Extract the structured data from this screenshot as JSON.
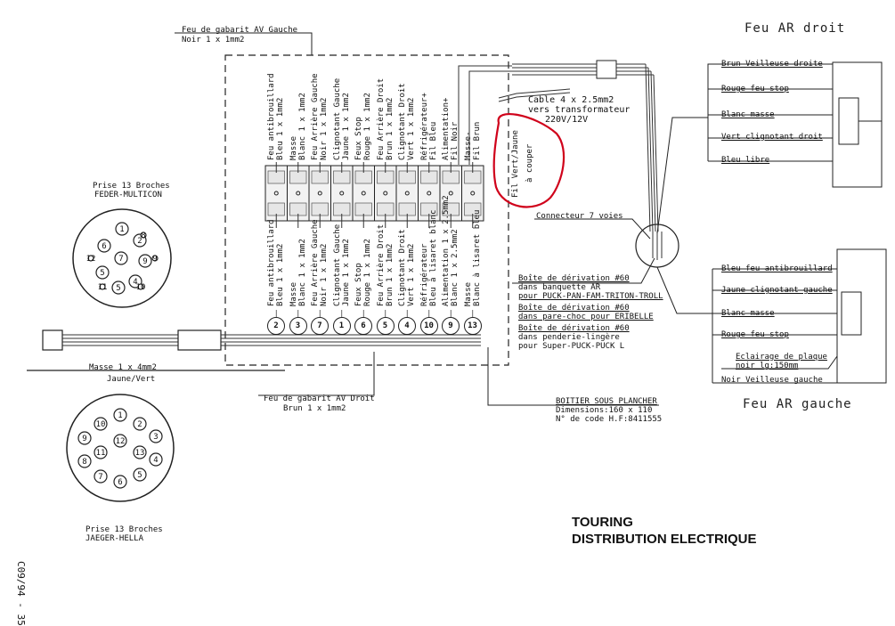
{
  "title": {
    "line1": "TOURING",
    "line2": "DISTRIBUTION ELECTRIQUE"
  },
  "side_code": "C09/94 - 35",
  "rear_right_title": "Feu AR droit",
  "rear_left_title": "Feu AR gauche",
  "rear_right_wires": [
    "Brun Veilleuse droite",
    "Rouge feu stop",
    "Blanc masse",
    "Vert clignotant droit",
    "Bleu libre"
  ],
  "rear_left_wires": [
    "Bleu feu antibrouillard",
    "Jaune clignotant gauche",
    "Blanc masse",
    "Rouge feu stop"
  ],
  "plate_light": {
    "line1": "Eclairage de plaque",
    "line2": "noir lg:150mm"
  },
  "left_night_light": "Noir Veilleuse gauche",
  "front_left_marker": {
    "line1": "Feu de gabarit AV Gauche",
    "line2": "Noir 1 x 1mm2"
  },
  "front_right_marker": {
    "line1": "Feu de gabarit AV Droit",
    "line2": "Brun 1 x 1mm2"
  },
  "cable_note": {
    "line1": "Cable 4 x 2.5mm2",
    "line2": "vers transformateur",
    "line3": "220V/12V"
  },
  "cut_note": {
    "line1": "Fil Vert/Jaune",
    "line2": "à couper"
  },
  "connector_label": "Connecteur 7 voies",
  "boxes": [
    {
      "line1": "Boîte de dérivation #60",
      "line2": "dans banquette AR",
      "line3": "pour PUCK-PAN-FAM-TRITON-TROLL"
    },
    {
      "line1": "Boîte de dérivation #60",
      "line2": "dans pare-choc pour ERIBELLE",
      "line3": ""
    },
    {
      "line1": "Boîte de dérivation #60",
      "line2": "dans penderie-lingère",
      "line3": "pour Super-PUCK-PUCK L"
    }
  ],
  "boitier": {
    "line1": "BOITIER SOUS PLANCHER",
    "line2": "Dimensions:160 x 110",
    "line3": "N° de code H.F:8411555"
  },
  "ground_wire": {
    "line1": "Masse 1 x 4mm2",
    "line2": "Jaune/Vert"
  },
  "plug_top": {
    "line1": "Prise 13 Broches",
    "line2": "FEDER-MULTICON",
    "pins": [
      "1",
      "2",
      "3",
      "4",
      "5",
      "6",
      "7",
      "8",
      "9",
      "10",
      "11",
      "12",
      "13"
    ]
  },
  "plug_bottom": {
    "line1": "Prise 13 Broches",
    "line2": "JAEGER-HELLA",
    "pins": [
      "1",
      "2",
      "3",
      "4",
      "5",
      "6",
      "7",
      "8",
      "9",
      "10",
      "11",
      "12",
      "13"
    ]
  },
  "top_labels": [
    [
      "Feu antibrouillard",
      "Bleu 1 x 1mm2"
    ],
    [
      "Masse",
      "Blanc 1 x 1mm2"
    ],
    [
      "Feu Arrière Gauche",
      "Noir 1 x 1mm2"
    ],
    [
      "Clignotant Gauche",
      "Jaune 1 x 1mm2"
    ],
    [
      "Feux Stop",
      "Rouge 1 x 1mm2"
    ],
    [
      "Feu Arrière Droit",
      "Brun 1 x 1mm2"
    ],
    [
      "Clignotant Droit",
      "Vert 1 x 1mm2"
    ],
    [
      "Réfrigérateur+",
      "Fil Bleu"
    ],
    [
      "Alimentation+",
      "Fil Noir"
    ],
    [
      "Masse-",
      "Fil Brun"
    ]
  ],
  "bottom_labels": [
    [
      "Feu antibrouillard",
      "Bleu 1 x 1mm2"
    ],
    [
      "Masse",
      "Blanc 1 x 1mm2"
    ],
    [
      "Feu Arrière Gauche",
      "Noir 1 x 1mm2"
    ],
    [
      "Clignotant Gauche",
      "Jaune 1 x 1mm2"
    ],
    [
      "Feux Stop",
      "Rouge 1 x 1mm2"
    ],
    [
      "Feu Arrière Droit",
      "Brun 1 x 1mm2"
    ],
    [
      "Clignotant Droit",
      "Vert 1 x 1mm2"
    ],
    [
      "Réfrigérateur",
      "Bleu à lisaret blanc"
    ],
    [
      "Alimentation 1 x 2.5mm2",
      "Blanc 1 x 2.5mm2"
    ],
    [
      "Masse",
      "Blanc à lisaret bleu"
    ]
  ],
  "pin_numbers": [
    "2",
    "3",
    "7",
    "1",
    "6",
    "5",
    "4",
    "10",
    "9",
    "13"
  ],
  "colors": {
    "ink": "#111111",
    "highlight": "#d0021b",
    "terminal": "#e6e6e6"
  }
}
